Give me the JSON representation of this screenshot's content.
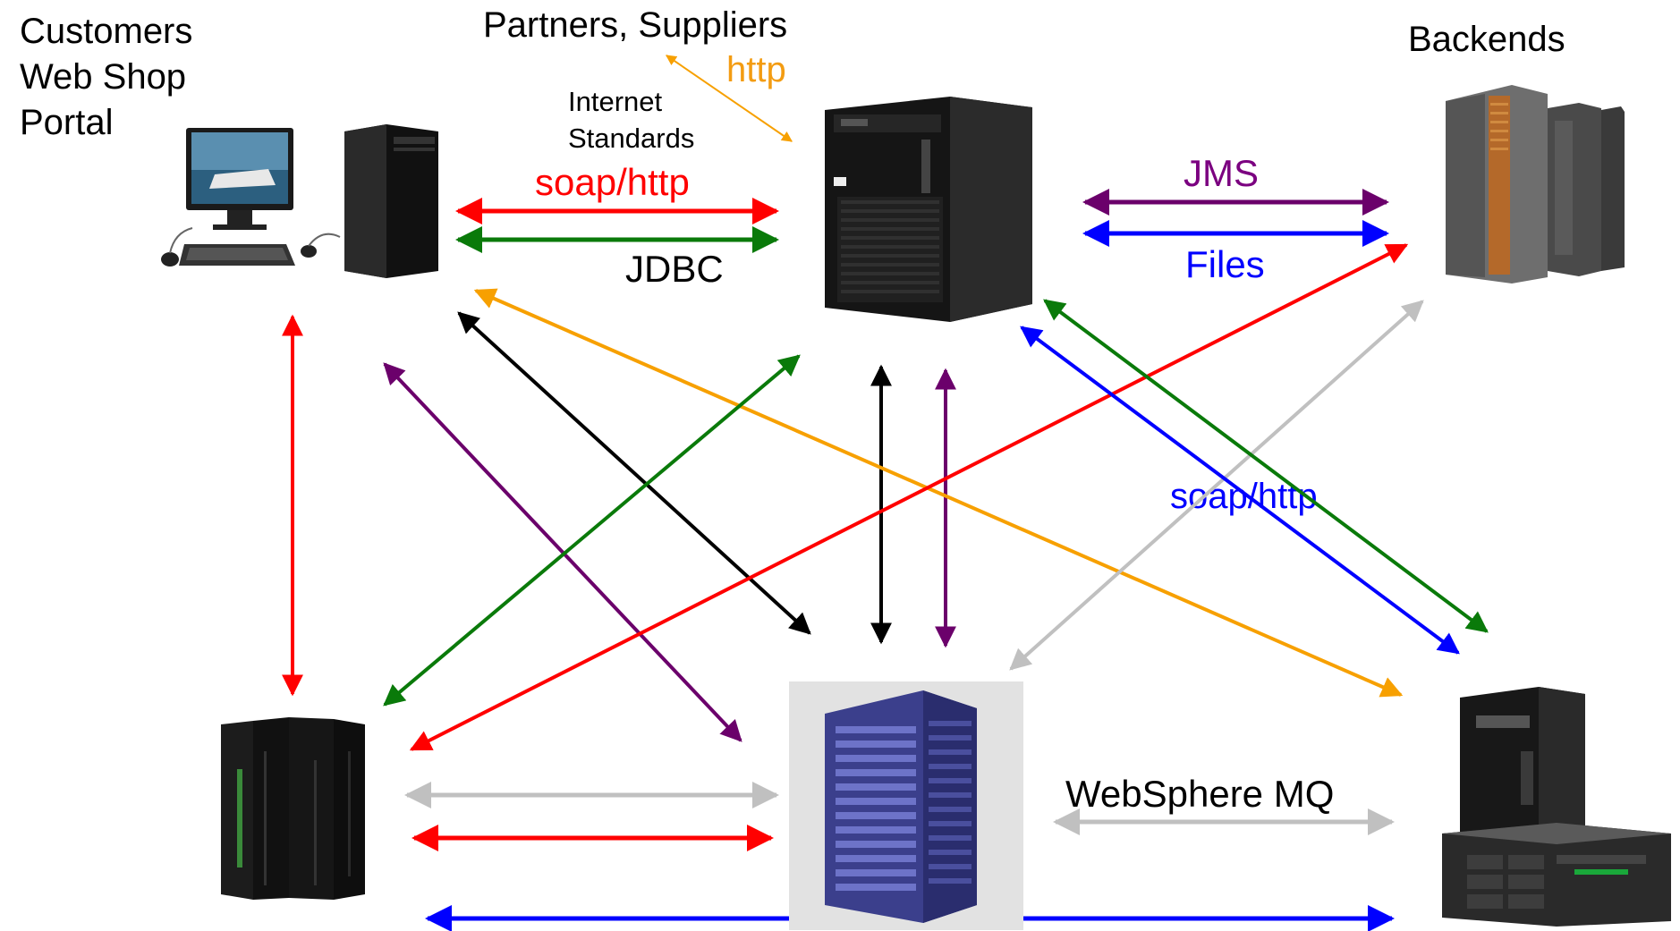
{
  "nodes": {
    "customers": {
      "label_lines": [
        "Customers",
        "Web Shop",
        "Portal"
      ]
    },
    "partners": {
      "label": "Partners, Suppliers"
    },
    "backends": {
      "label": "Backends"
    },
    "internet_standards": {
      "label_lines": [
        "Internet",
        "Standards"
      ]
    }
  },
  "connections": {
    "http": {
      "label": "http",
      "color": "#f39c12"
    },
    "soap_http_top": {
      "label": "soap/http",
      "color": "#ff0000"
    },
    "jdbc": {
      "label": "JDBC",
      "color": "#000000"
    },
    "jms": {
      "label": "JMS",
      "color": "#7b0080"
    },
    "files": {
      "label": "Files",
      "color": "#0000ff"
    },
    "soap_http_right": {
      "label": "soap/http",
      "color": "#0000ff"
    },
    "websphere_mq": {
      "label": "WebSphere MQ",
      "color": "#000000"
    }
  },
  "colors": {
    "red": "#ff0000",
    "green": "#0a7a0a",
    "blue": "#0000ff",
    "purple": "#6b006b",
    "orange": "#f7a000",
    "black": "#000000",
    "gray": "#c0c0c0"
  }
}
